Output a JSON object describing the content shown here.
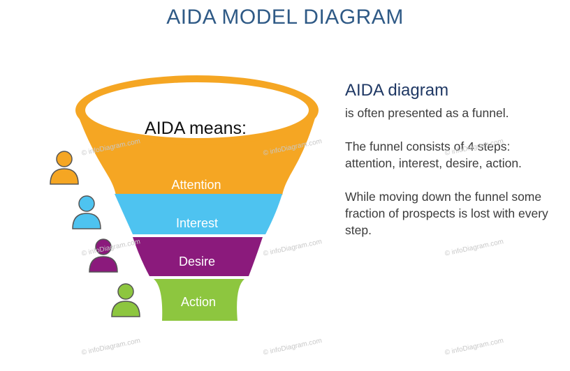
{
  "title": "AIDA MODEL DIAGRAM",
  "funnel": {
    "top_text": "AIDA means:",
    "stages": [
      {
        "label": "Attention",
        "color": "#f5a623"
      },
      {
        "label": "Interest",
        "color": "#4ec3f0"
      },
      {
        "label": "Desire",
        "color": "#8b1a7c"
      },
      {
        "label": "Action",
        "color": "#8dc63f"
      }
    ]
  },
  "description": {
    "heading": "AIDA diagram",
    "paragraphs": [
      "is often presented as a funnel.",
      "The funnel consists of 4 steps: attention, interest, desire, action.",
      "While moving down the funnel some fraction of prospects is lost with every step."
    ]
  },
  "watermark": "© infoDiagram.com",
  "icons": [
    "person-icon",
    "person-icon",
    "person-icon",
    "person-icon"
  ]
}
